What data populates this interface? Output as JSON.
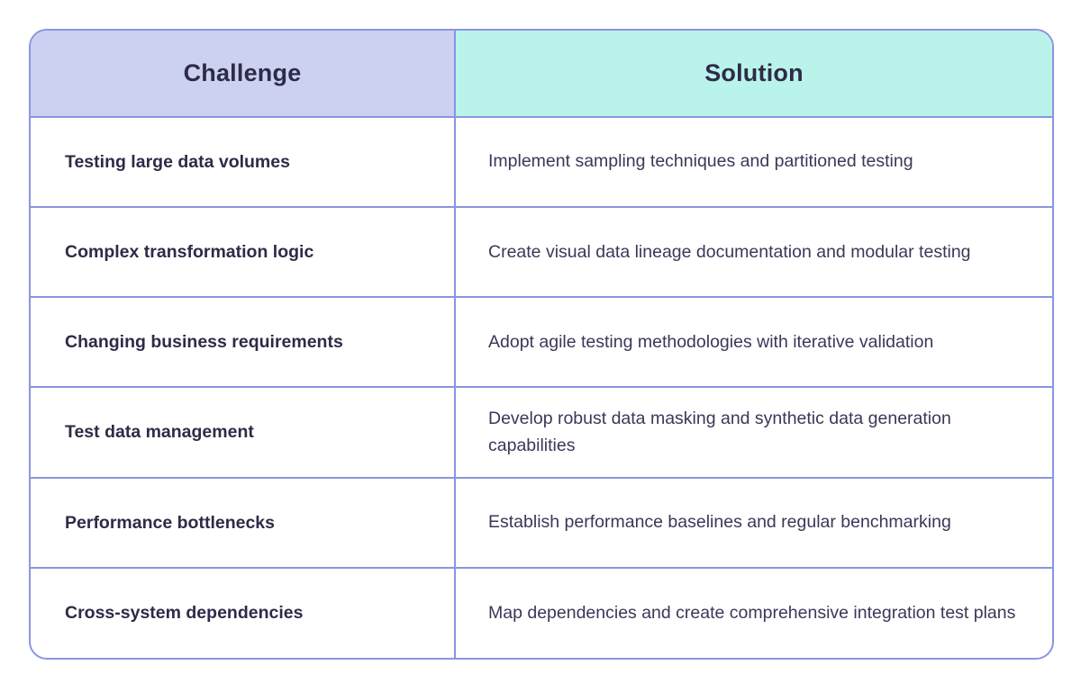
{
  "table": {
    "columns": [
      {
        "key": "challenge",
        "label": "Challenge",
        "header_bg": "#ccd1f2"
      },
      {
        "key": "solution",
        "label": "Solution",
        "header_bg": "#b9f3ea"
      }
    ],
    "border_color": "#8b95e0",
    "header_text_color": "#2e2b47",
    "body_text_color": "#3a3858",
    "background": "#ffffff",
    "rows": [
      {
        "challenge": "Testing large data volumes",
        "solution": "Implement sampling techniques and partitioned testing"
      },
      {
        "challenge": "Complex transformation logic",
        "solution": "Create visual data lineage documentation and modular testing"
      },
      {
        "challenge": "Changing business requirements",
        "solution": "Adopt agile testing methodologies with iterative validation"
      },
      {
        "challenge": "Test data management",
        "solution": "Develop robust data masking and synthetic data generation capabilities"
      },
      {
        "challenge": "Performance bottlenecks",
        "solution": "Establish performance baselines and regular benchmarking"
      },
      {
        "challenge": "Cross-system dependencies",
        "solution": "Map dependencies and create comprehensive integration test plans"
      }
    ]
  }
}
